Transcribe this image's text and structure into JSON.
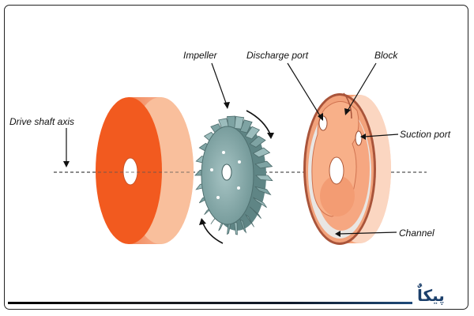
{
  "labels": {
    "impeller": "Impeller",
    "discharge_port": "Discharge port",
    "block": "Block",
    "drive_shaft_axis": "Drive shaft axis",
    "suction_port": "Suction port",
    "channel": "Channel"
  },
  "logo": {
    "text": "پیکاٌ"
  },
  "colors": {
    "disc_face": "#f25a1f",
    "disc_rim": "#f8b48c",
    "housing_inner": "#f5a47a",
    "impeller": "#8fb1b1",
    "impeller_dark": "#5f8585",
    "logo": "#1b3f6b"
  }
}
